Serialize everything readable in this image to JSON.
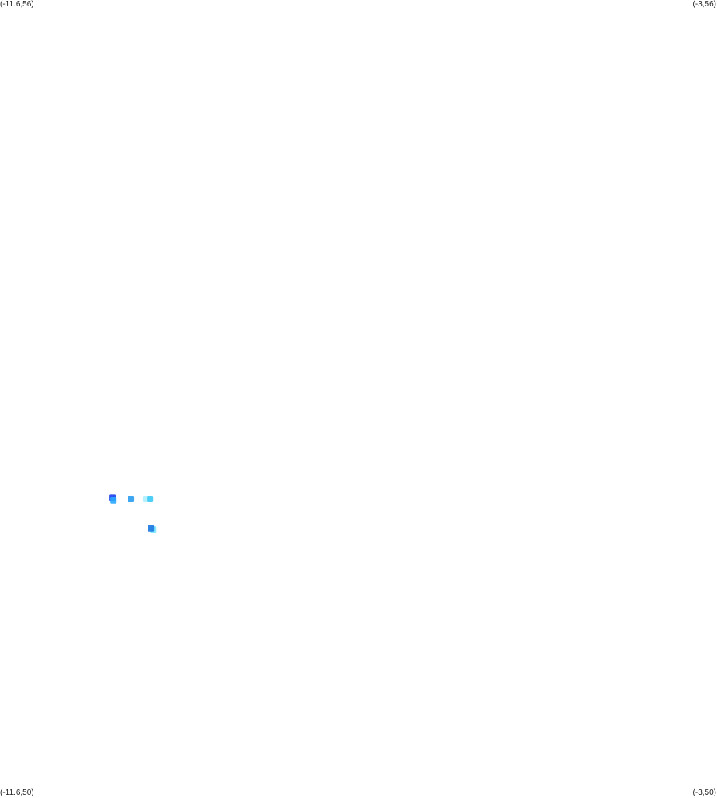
{
  "map": {
    "corners": {
      "top_left": "(-11.6,56)",
      "top_right": "(-3,56)",
      "bottom_left": "(-11.6,50)",
      "bottom_right": "(-3,50)"
    },
    "bounds": {
      "lon_min": -11.6,
      "lon_max": -3,
      "lat_min": 50,
      "lat_max": 56
    },
    "background_color": "#ffffff",
    "points": [
      {
        "lon": -10.25,
        "lat": 52.25,
        "color": "#1a3cf0"
      },
      {
        "lon": -10.24,
        "lat": 52.23,
        "color": "#2aa8ff"
      },
      {
        "lon": -10.03,
        "lat": 52.24,
        "color": "#2a9cf0"
      },
      {
        "lon": -9.85,
        "lat": 52.24,
        "color": "#aef0ff"
      },
      {
        "lon": -9.8,
        "lat": 52.24,
        "color": "#3ccaf5"
      },
      {
        "lon": -9.76,
        "lat": 52.01,
        "color": "#7ae6ff"
      },
      {
        "lon": -9.79,
        "lat": 52.02,
        "color": "#1a78e0"
      }
    ]
  }
}
